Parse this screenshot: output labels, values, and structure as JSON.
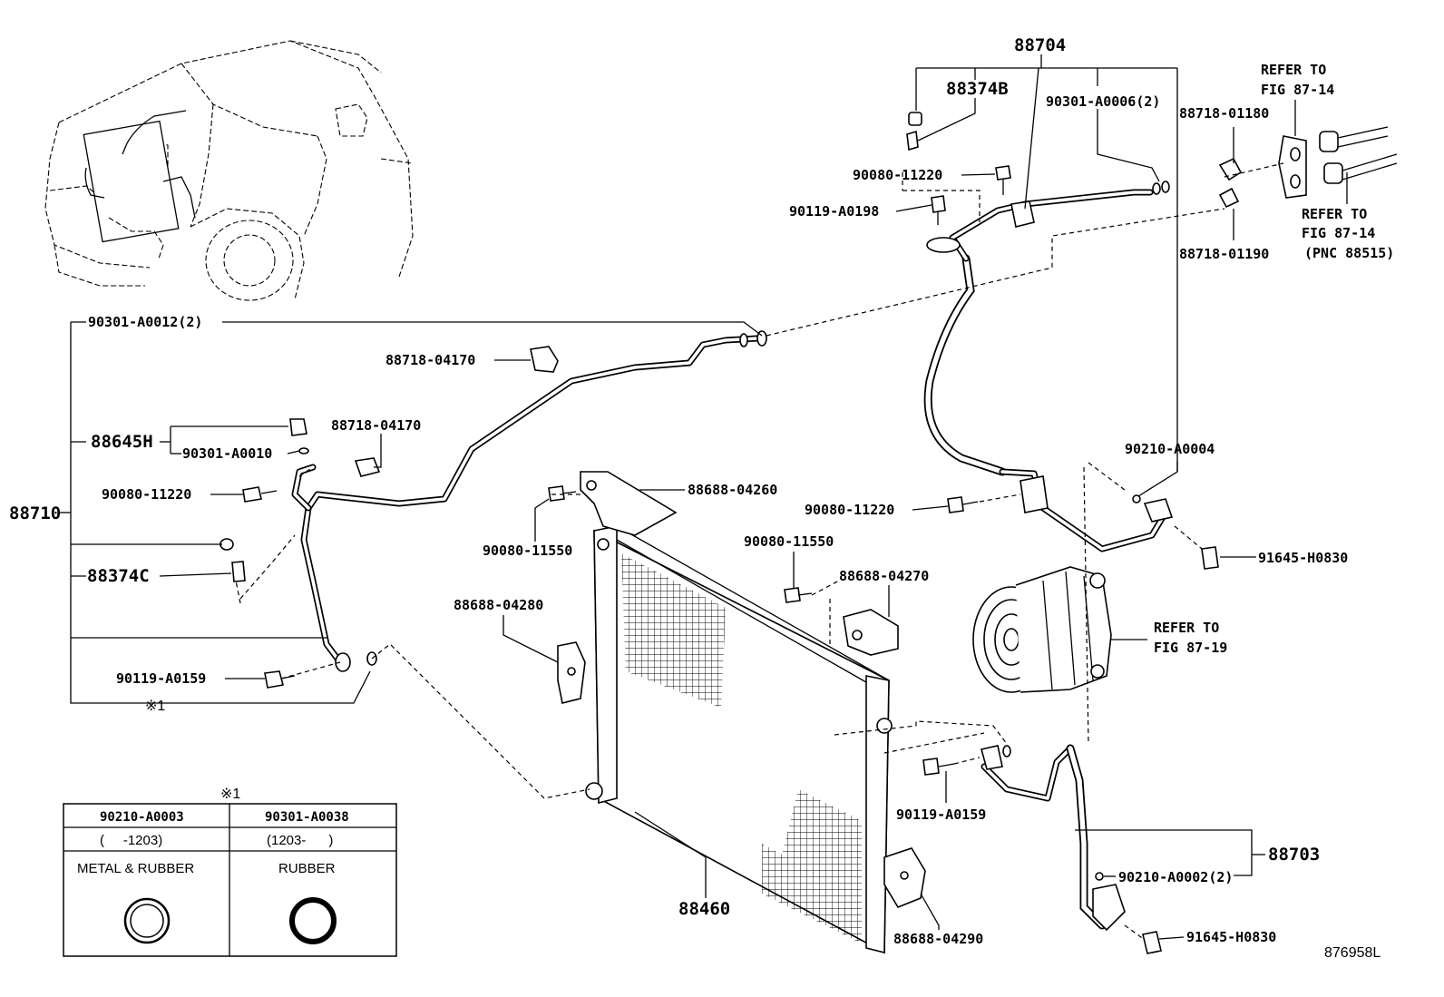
{
  "labels": {
    "p88704": "88704",
    "p88374B": "88374B",
    "p90301_A0006": "90301-A0006(2)",
    "p88718_01180": "88718-01180",
    "p90080_11220_top": "90080-11220",
    "p90119_A0198": "90119-A0198",
    "p88718_01190": "88718-01190",
    "p90301_A0012": "90301-A0012(2)",
    "p88718_04170_a": "88718-04170",
    "p88645H": "88645H",
    "p90301_A0010": "90301-A0010",
    "p88718_04170_b": "88718-04170",
    "p90080_11220_left": "90080-11220",
    "p88710": "88710",
    "p88374C": "88374C",
    "p90119_A0159_left": "90119-A0159",
    "mark1": "※1",
    "p88688_04260": "88688-04260",
    "p90080_11550_a": "90080-11550",
    "p88688_04280": "88688-04280",
    "p90080_11550_b": "90080-11550",
    "p88688_04270": "88688-04270",
    "p90210_A0004": "90210-A0004",
    "p90080_11220_right": "90080-11220",
    "p91645_H0830_a": "91645-H0830",
    "p90119_A0159_right": "90119-A0159",
    "p88703": "88703",
    "p90210_A0002": "90210-A0002(2)",
    "p91645_H0830_b": "91645-H0830",
    "p88460": "88460",
    "p88688_04290": "88688-04290",
    "fig_id": "876958L"
  },
  "references": {
    "ref1_line1": "REFER TO",
    "ref1_line2": "FIG 87-14",
    "ref2_line1": "REFER TO",
    "ref2_line2": "FIG 87-14",
    "ref2_line3": "(PNC 88515)",
    "ref3_line1": "REFER TO",
    "ref3_line2": "FIG 87-19"
  },
  "note_table": {
    "mark": "※1",
    "columns": [
      {
        "part_no": "90210-A0003",
        "range": "(     -1203)",
        "material": "METAL & RUBBER"
      },
      {
        "part_no": "90301-A0038",
        "range": "(1203-      )",
        "material": "RUBBER"
      }
    ]
  }
}
